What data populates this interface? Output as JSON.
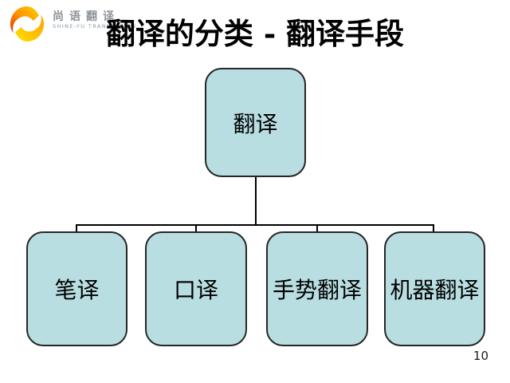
{
  "slide": {
    "logo": {
      "brand_name": "尚语翻译",
      "brand_subtitle": "SHINE-YU TRANSLATION"
    },
    "title": "翻译的分类 - 翻译手段",
    "diagram": {
      "type": "org-chart",
      "root": {
        "label": "翻译"
      },
      "children": [
        {
          "label": "笔译"
        },
        {
          "label": "口译"
        },
        {
          "label": "手势翻译"
        },
        {
          "label": "机器翻译"
        }
      ]
    },
    "page_number": "10",
    "colors": {
      "box_fill": "#b9dee2",
      "box_border": "#262626",
      "connector": "#000000",
      "logo_orange": "#e04000",
      "logo_yellow": "#ffd400",
      "logo_text_gray": "#8e949a"
    }
  }
}
